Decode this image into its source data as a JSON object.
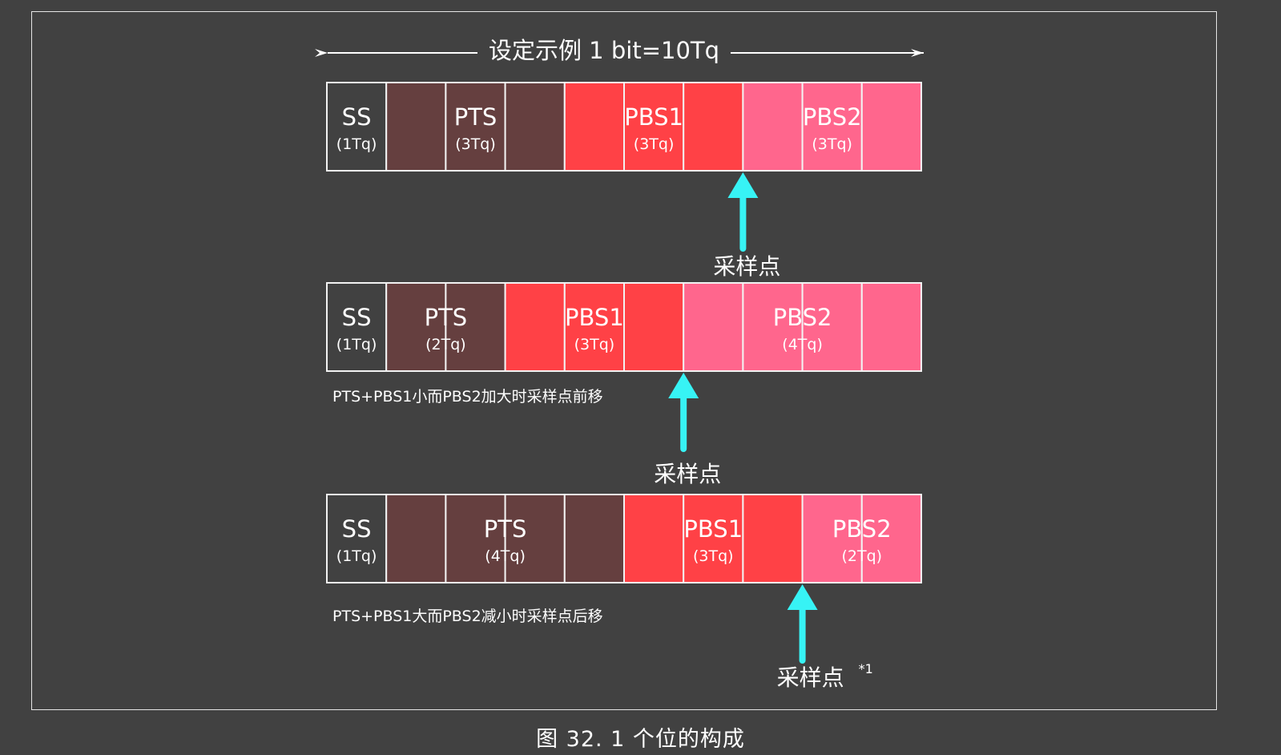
{
  "header_label": "设定示例 1 bit=10Tq",
  "colors": {
    "ss": "#414141",
    "pts": "#653f3f",
    "pbs1": "#ff4146",
    "pbs2": "#ff668d",
    "arrow": "#37f3f5",
    "line": "#f2f2f2"
  },
  "rows": [
    {
      "segments": [
        {
          "name": "SS",
          "tq": 1,
          "label": "SS",
          "sub": "(1Tq)",
          "color_key": "ss"
        },
        {
          "name": "PTS",
          "tq": 3,
          "label": "PTS",
          "sub": "(3Tq)",
          "color_key": "pts"
        },
        {
          "name": "PBS1",
          "tq": 3,
          "label": "PBS1",
          "sub": "(3Tq)",
          "color_key": "pbs1"
        },
        {
          "name": "PBS2",
          "tq": 3,
          "label": "PBS2",
          "sub": "(3Tq)",
          "color_key": "pbs2"
        }
      ],
      "sample_point_tq": 7,
      "sample_label": "采样点",
      "sample_mark": "",
      "note": ""
    },
    {
      "segments": [
        {
          "name": "SS",
          "tq": 1,
          "label": "SS",
          "sub": "(1Tq)",
          "color_key": "ss"
        },
        {
          "name": "PTS",
          "tq": 2,
          "label": "PTS",
          "sub": "(2Tq)",
          "color_key": "pts"
        },
        {
          "name": "PBS1",
          "tq": 3,
          "label": "PBS1",
          "sub": "(3Tq)",
          "color_key": "pbs1"
        },
        {
          "name": "PBS2",
          "tq": 4,
          "label": "PBS2",
          "sub": "(4Tq)",
          "color_key": "pbs2"
        }
      ],
      "sample_point_tq": 6,
      "sample_label": "采样点",
      "sample_mark": "",
      "note": "PTS+PBS1小而PBS2加大时采样点前移"
    },
    {
      "segments": [
        {
          "name": "SS",
          "tq": 1,
          "label": "SS",
          "sub": "(1Tq)",
          "color_key": "ss"
        },
        {
          "name": "PTS",
          "tq": 4,
          "label": "PTS",
          "sub": "(4Tq)",
          "color_key": "pts"
        },
        {
          "name": "PBS1",
          "tq": 3,
          "label": "PBS1",
          "sub": "(3Tq)",
          "color_key": "pbs1"
        },
        {
          "name": "PBS2",
          "tq": 2,
          "label": "PBS2",
          "sub": "(2Tq)",
          "color_key": "pbs2"
        }
      ],
      "sample_point_tq": 8,
      "sample_label": "采样点",
      "sample_mark": "*1",
      "note": "PTS+PBS1大而PBS2减小时采样点后移"
    }
  ],
  "caption": "图 32.   1 个位的构成"
}
